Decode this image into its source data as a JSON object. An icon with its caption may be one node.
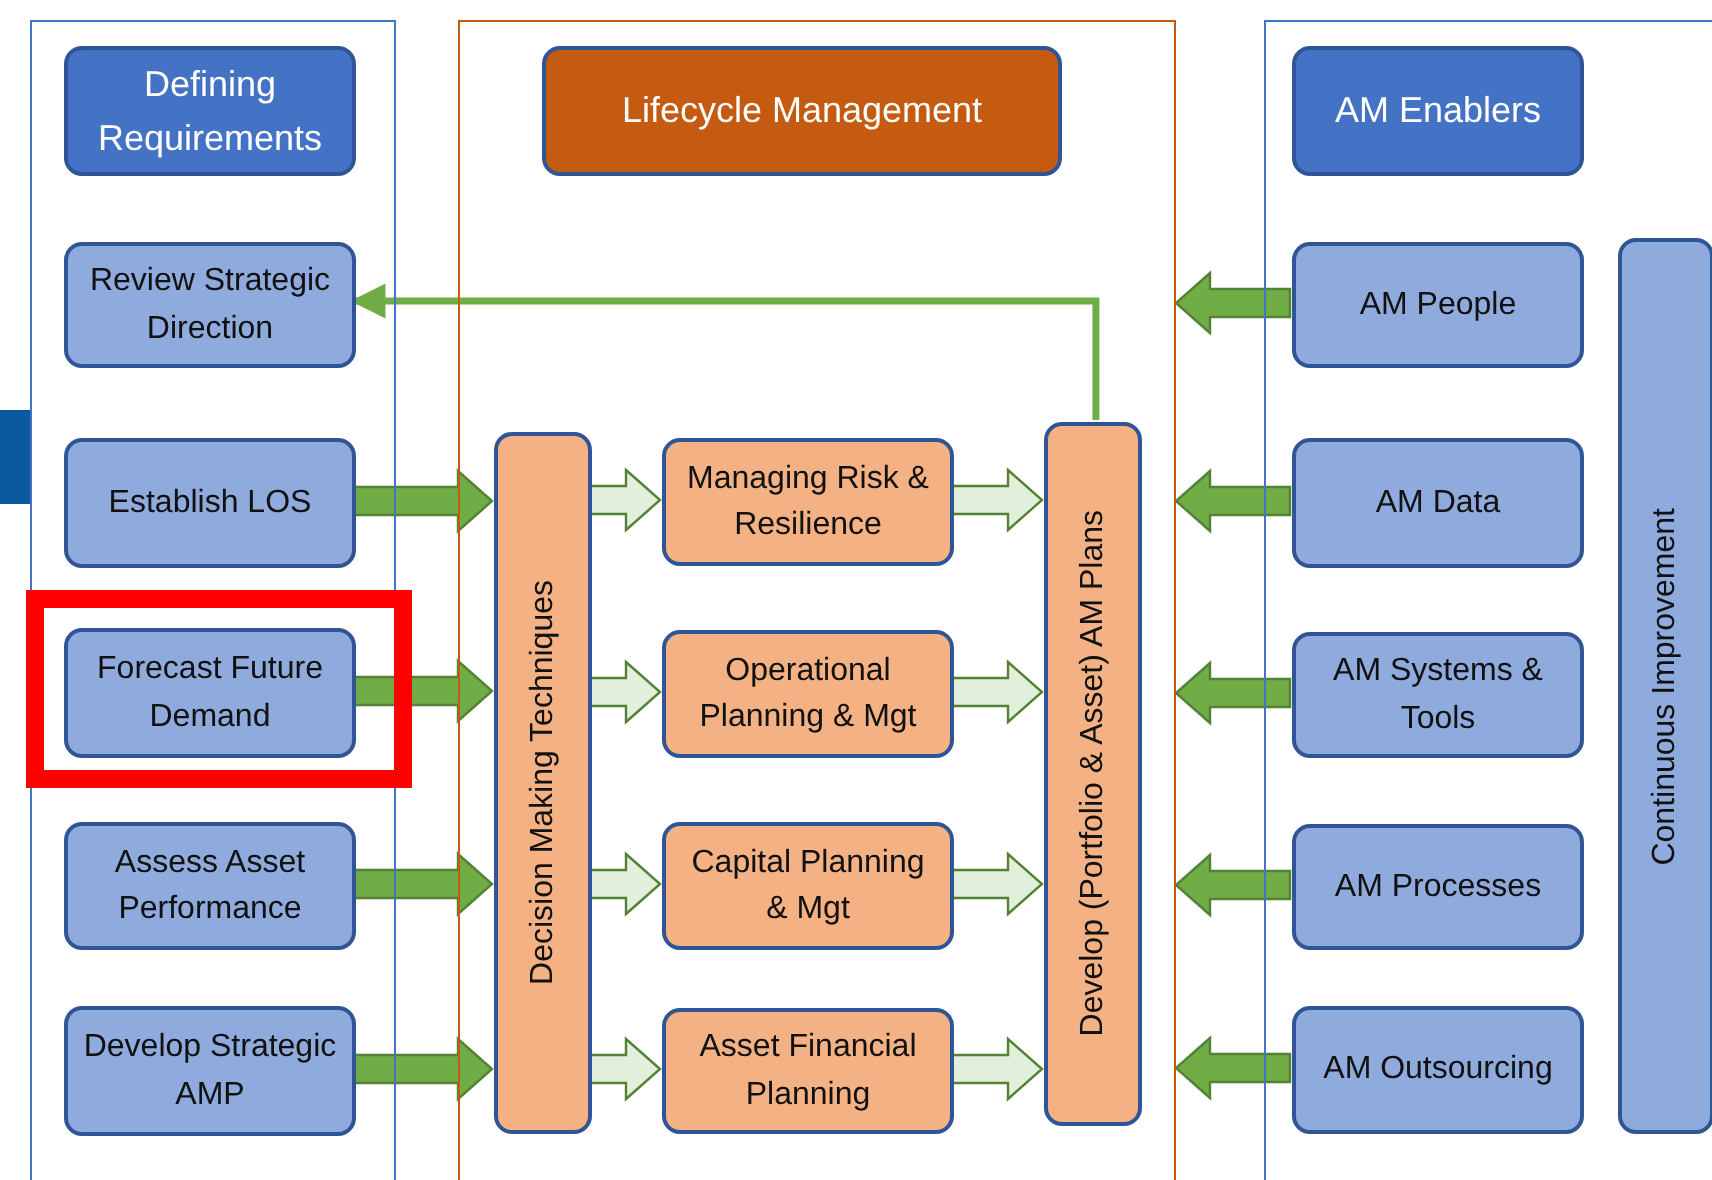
{
  "diagram": {
    "nodes": [
      {
        "text": [],
        "shape": "box"
      },
      {
        "text": [
          "Defining Requirements"
        ],
        "in": 0
      },
      {
        "text": [
          "Review Strategic Direction"
        ],
        "in": 0
      },
      {
        "text": [
          "Establish LOS"
        ],
        "in": 0
      },
      {
        "text": [
          "Forecast Future Demand"
        ],
        "in": 0
      },
      {
        "text": [
          "Assess Asset Performance"
        ],
        "in": 0
      },
      {
        "text": [
          "Develop Strategic AMP"
        ],
        "in": 0
      },
      {
        "text": [],
        "shape": "box"
      },
      {
        "text": [
          "Lifecycle Management"
        ],
        "in": 7
      },
      {
        "text": [
          "Decision Making Techniques"
        ],
        "in": 7
      },
      {
        "text": [
          "Managing Risk & Resilience"
        ],
        "in": 7
      },
      {
        "text": [
          "Operational Planning & Mgt"
        ],
        "in": 7
      },
      {
        "text": [
          "Capital Planning & Mgt"
        ],
        "in": 7
      },
      {
        "text": [
          "Asset Financial Planning"
        ],
        "in": 7
      },
      {
        "text": [
          "Develop (Portfolio & Asset) AM Plans"
        ],
        "in": 7
      },
      {
        "text": [],
        "shape": "box"
      },
      {
        "text": [
          "AM Enablers"
        ],
        "in": 15
      },
      {
        "text": [
          "AM People"
        ],
        "in": 15
      },
      {
        "text": [
          "AM Data"
        ],
        "in": 15
      },
      {
        "text": [
          "AM Systems & Tools"
        ],
        "in": 15
      },
      {
        "text": [
          "AM Processes"
        ],
        "in": 15
      },
      {
        "text": [
          "AM Outsourcing"
        ],
        "in": 15
      },
      {
        "text": [
          "Continuous Improvement"
        ],
        "in": 15
      }
    ],
    "edges": [
      {
        "from": 14,
        "to": 2,
        "arrow": "to"
      },
      {
        "from": 3,
        "to": 9,
        "arrow": "to",
        "style": "thick"
      },
      {
        "from": 4,
        "to": 9,
        "arrow": "to",
        "style": "thick"
      },
      {
        "from": 5,
        "to": 9,
        "arrow": "to",
        "style": "thick"
      },
      {
        "from": 6,
        "to": 9,
        "arrow": "to",
        "style": "thick"
      },
      {
        "from": 9,
        "to": 10,
        "arrow": "to",
        "style": "thick",
        "color": "#e2efda"
      },
      {
        "from": 9,
        "to": 11,
        "arrow": "to",
        "style": "thick",
        "color": "#e2efda"
      },
      {
        "from": 9,
        "to": 12,
        "arrow": "to",
        "style": "thick",
        "color": "#e2efda"
      },
      {
        "from": 9,
        "to": 13,
        "arrow": "to",
        "style": "thick",
        "color": "#e2efda"
      },
      {
        "from": 10,
        "to": 14,
        "arrow": "to",
        "style": "thick",
        "color": "#e2efda"
      },
      {
        "from": 11,
        "to": 14,
        "arrow": "to",
        "style": "thick",
        "color": "#e2efda"
      },
      {
        "from": 12,
        "to": 14,
        "arrow": "to",
        "style": "thick",
        "color": "#e2efda"
      },
      {
        "from": 13,
        "to": 14,
        "arrow": "to",
        "style": "thick",
        "color": "#e2efda"
      },
      {
        "from": 17,
        "to": 7,
        "arrow": "to",
        "style": "thick"
      },
      {
        "from": 18,
        "to": 7,
        "arrow": "to",
        "style": "thick"
      },
      {
        "from": 19,
        "to": 7,
        "arrow": "to",
        "style": "thick"
      },
      {
        "from": 20,
        "to": 7,
        "arrow": "to",
        "style": "thick"
      },
      {
        "from": 21,
        "to": 7,
        "arrow": "to",
        "style": "thick"
      }
    ]
  }
}
